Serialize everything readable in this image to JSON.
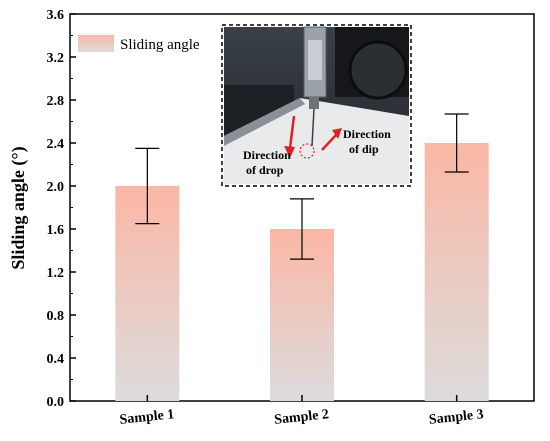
{
  "chart_data": {
    "type": "bar",
    "categories": [
      "Sample 1",
      "Sample 2",
      "Sample 3"
    ],
    "series": [
      {
        "name": "Sliding angle",
        "values": [
          2.0,
          1.6,
          2.4
        ],
        "error_low": [
          1.65,
          1.32,
          2.13
        ],
        "error_high": [
          2.35,
          1.88,
          2.67
        ]
      }
    ],
    "ylabel": "Sliding angle (°)",
    "xlabel": "",
    "ylim": [
      0.0,
      3.6
    ],
    "yticks": [
      "0.0",
      "0.4",
      "0.8",
      "1.2",
      "1.6",
      "2.0",
      "2.4",
      "2.8",
      "3.2",
      "3.6"
    ],
    "grid": false,
    "legend_position": "top-left",
    "bar_gradient_colors": [
      "#fbb7a5",
      "#dcdcdc"
    ],
    "inset_photo": {
      "annotations": [
        "Direction",
        "of drop",
        "Direction",
        "of dip"
      ],
      "arrow_color": "#e02020"
    }
  }
}
